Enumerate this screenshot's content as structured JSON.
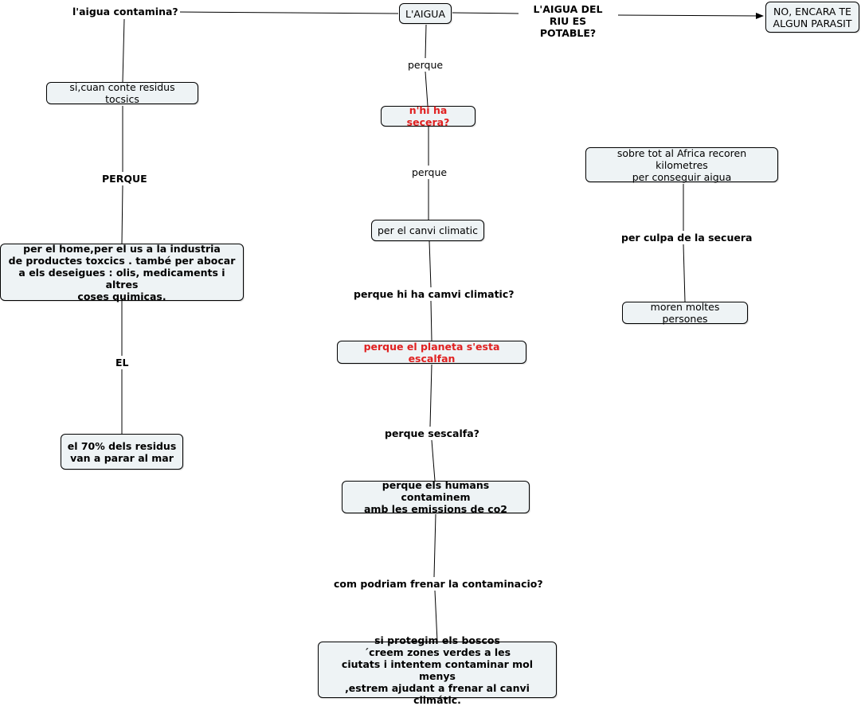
{
  "nodes": {
    "laigua": "L'AIGUA",
    "no_encara": "NO, ENCARA TE\nALGUN PARASIT",
    "si_cuan": "si,cuan conte residus tocsics",
    "nhi_ha_secera": "n'hi ha secera?",
    "per_el_home": "per el home,per el us a la industria\nde productes toxcics . també per abocar\na els deseigues : olis, medicaments i altres\ncoses quimicas.",
    "per_el_canvi": "per el canvi climatic",
    "sobre_tot": "sobre tot al Africa recoren kilometres\nper conseguir aigua",
    "moren": "moren moltes persones",
    "planeta": "perque el planeta s'esta escalfan",
    "el_70": "el 70% dels residus\nvan a parar al mar",
    "humans": "perque els humans contaminem\namb les emissions de co2",
    "si_protegim": "si protegim els boscos\n´creem zones verdes a les\nciutats i intentem contaminar mol menys\n,estrem ajudant a frenar al canvi climátic."
  },
  "links": {
    "aigua_contamina": "l'aigua contamina?",
    "aigua_riu": "L'AIGUA DEL\nRIU ES POTABLE?",
    "perque_1": "perque",
    "perque_2": "perque",
    "perque_caps": "PERQUE",
    "per_culpa": "per culpa de la secuera",
    "camvi": "perque hi ha camvi climatic?",
    "el": "EL",
    "sescalfa": "perque sescalfa?",
    "frenar": "com podriam frenar la contaminacio?"
  },
  "colors": {
    "node_fill": "#eef3f5",
    "highlight_text": "#e02020",
    "line": "#000000"
  }
}
